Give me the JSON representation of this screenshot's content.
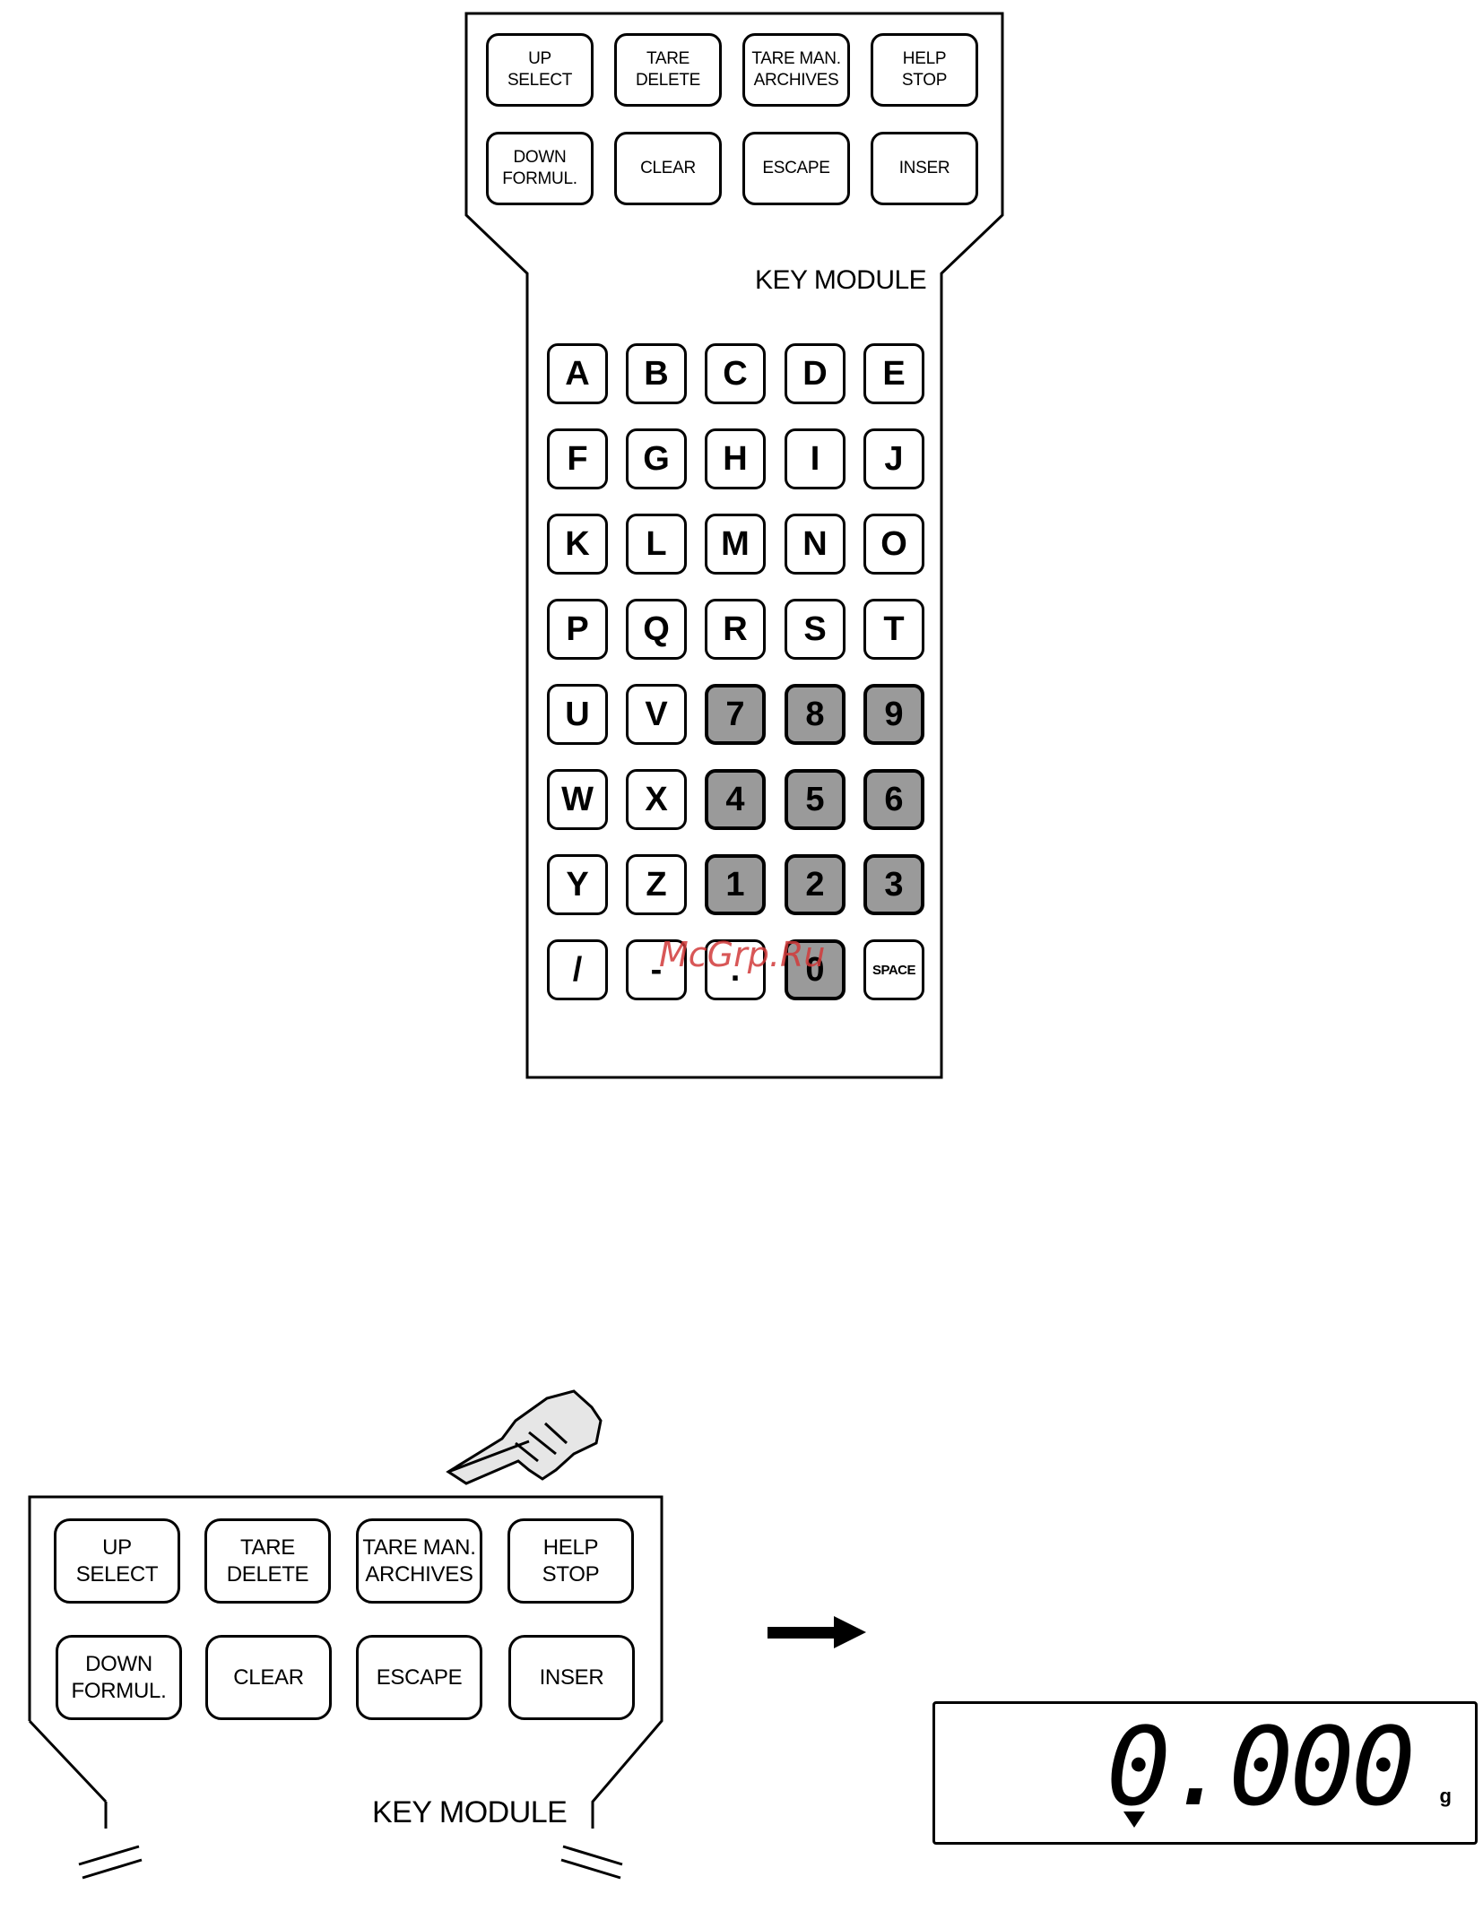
{
  "top_module": {
    "label": "KEY MODULE",
    "function_keys": [
      {
        "line1": "UP",
        "line2": "SELECT"
      },
      {
        "line1": "TARE",
        "line2": "DELETE"
      },
      {
        "line1": "TARE MAN.",
        "line2": "ARCHIVES"
      },
      {
        "line1": "HELP",
        "line2": "STOP"
      },
      {
        "line1": "DOWN",
        "line2": "FORMUL."
      },
      {
        "line1": "CLEAR",
        "line2": ""
      },
      {
        "line1": "ESCAPE",
        "line2": ""
      },
      {
        "line1": "INSER",
        "line2": ""
      }
    ],
    "alpha_keys": [
      "A",
      "B",
      "C",
      "D",
      "E",
      "F",
      "G",
      "H",
      "I",
      "J",
      "K",
      "L",
      "M",
      "N",
      "O",
      "P",
      "Q",
      "R",
      "S",
      "T",
      "U",
      "V",
      "7",
      "8",
      "9",
      "W",
      "X",
      "4",
      "5",
      "6",
      "Y",
      "Z",
      "1",
      "2",
      "3",
      "/",
      "-",
      ".",
      "0",
      "SPACE"
    ],
    "numeric_keys": [
      "7",
      "8",
      "9",
      "4",
      "5",
      "6",
      "1",
      "2",
      "3",
      "0"
    ]
  },
  "bottom_module": {
    "label": "KEY MODULE",
    "function_keys": [
      {
        "line1": "UP",
        "line2": "SELECT"
      },
      {
        "line1": "TARE",
        "line2": "DELETE"
      },
      {
        "line1": "TARE MAN.",
        "line2": "ARCHIVES"
      },
      {
        "line1": "HELP",
        "line2": "STOP"
      },
      {
        "line1": "DOWN",
        "line2": "FORMUL."
      },
      {
        "line1": "CLEAR",
        "line2": ""
      },
      {
        "line1": "ESCAPE",
        "line2": ""
      },
      {
        "line1": "INSER",
        "line2": ""
      }
    ],
    "pressed_key": "TARE MAN. ARCHIVES"
  },
  "display": {
    "value": "0.000",
    "unit": "g"
  },
  "watermark": "McGrp.Ru",
  "icons": [
    "pointing-hand-icon",
    "right-arrow-icon",
    "down-triangle-icon"
  ]
}
